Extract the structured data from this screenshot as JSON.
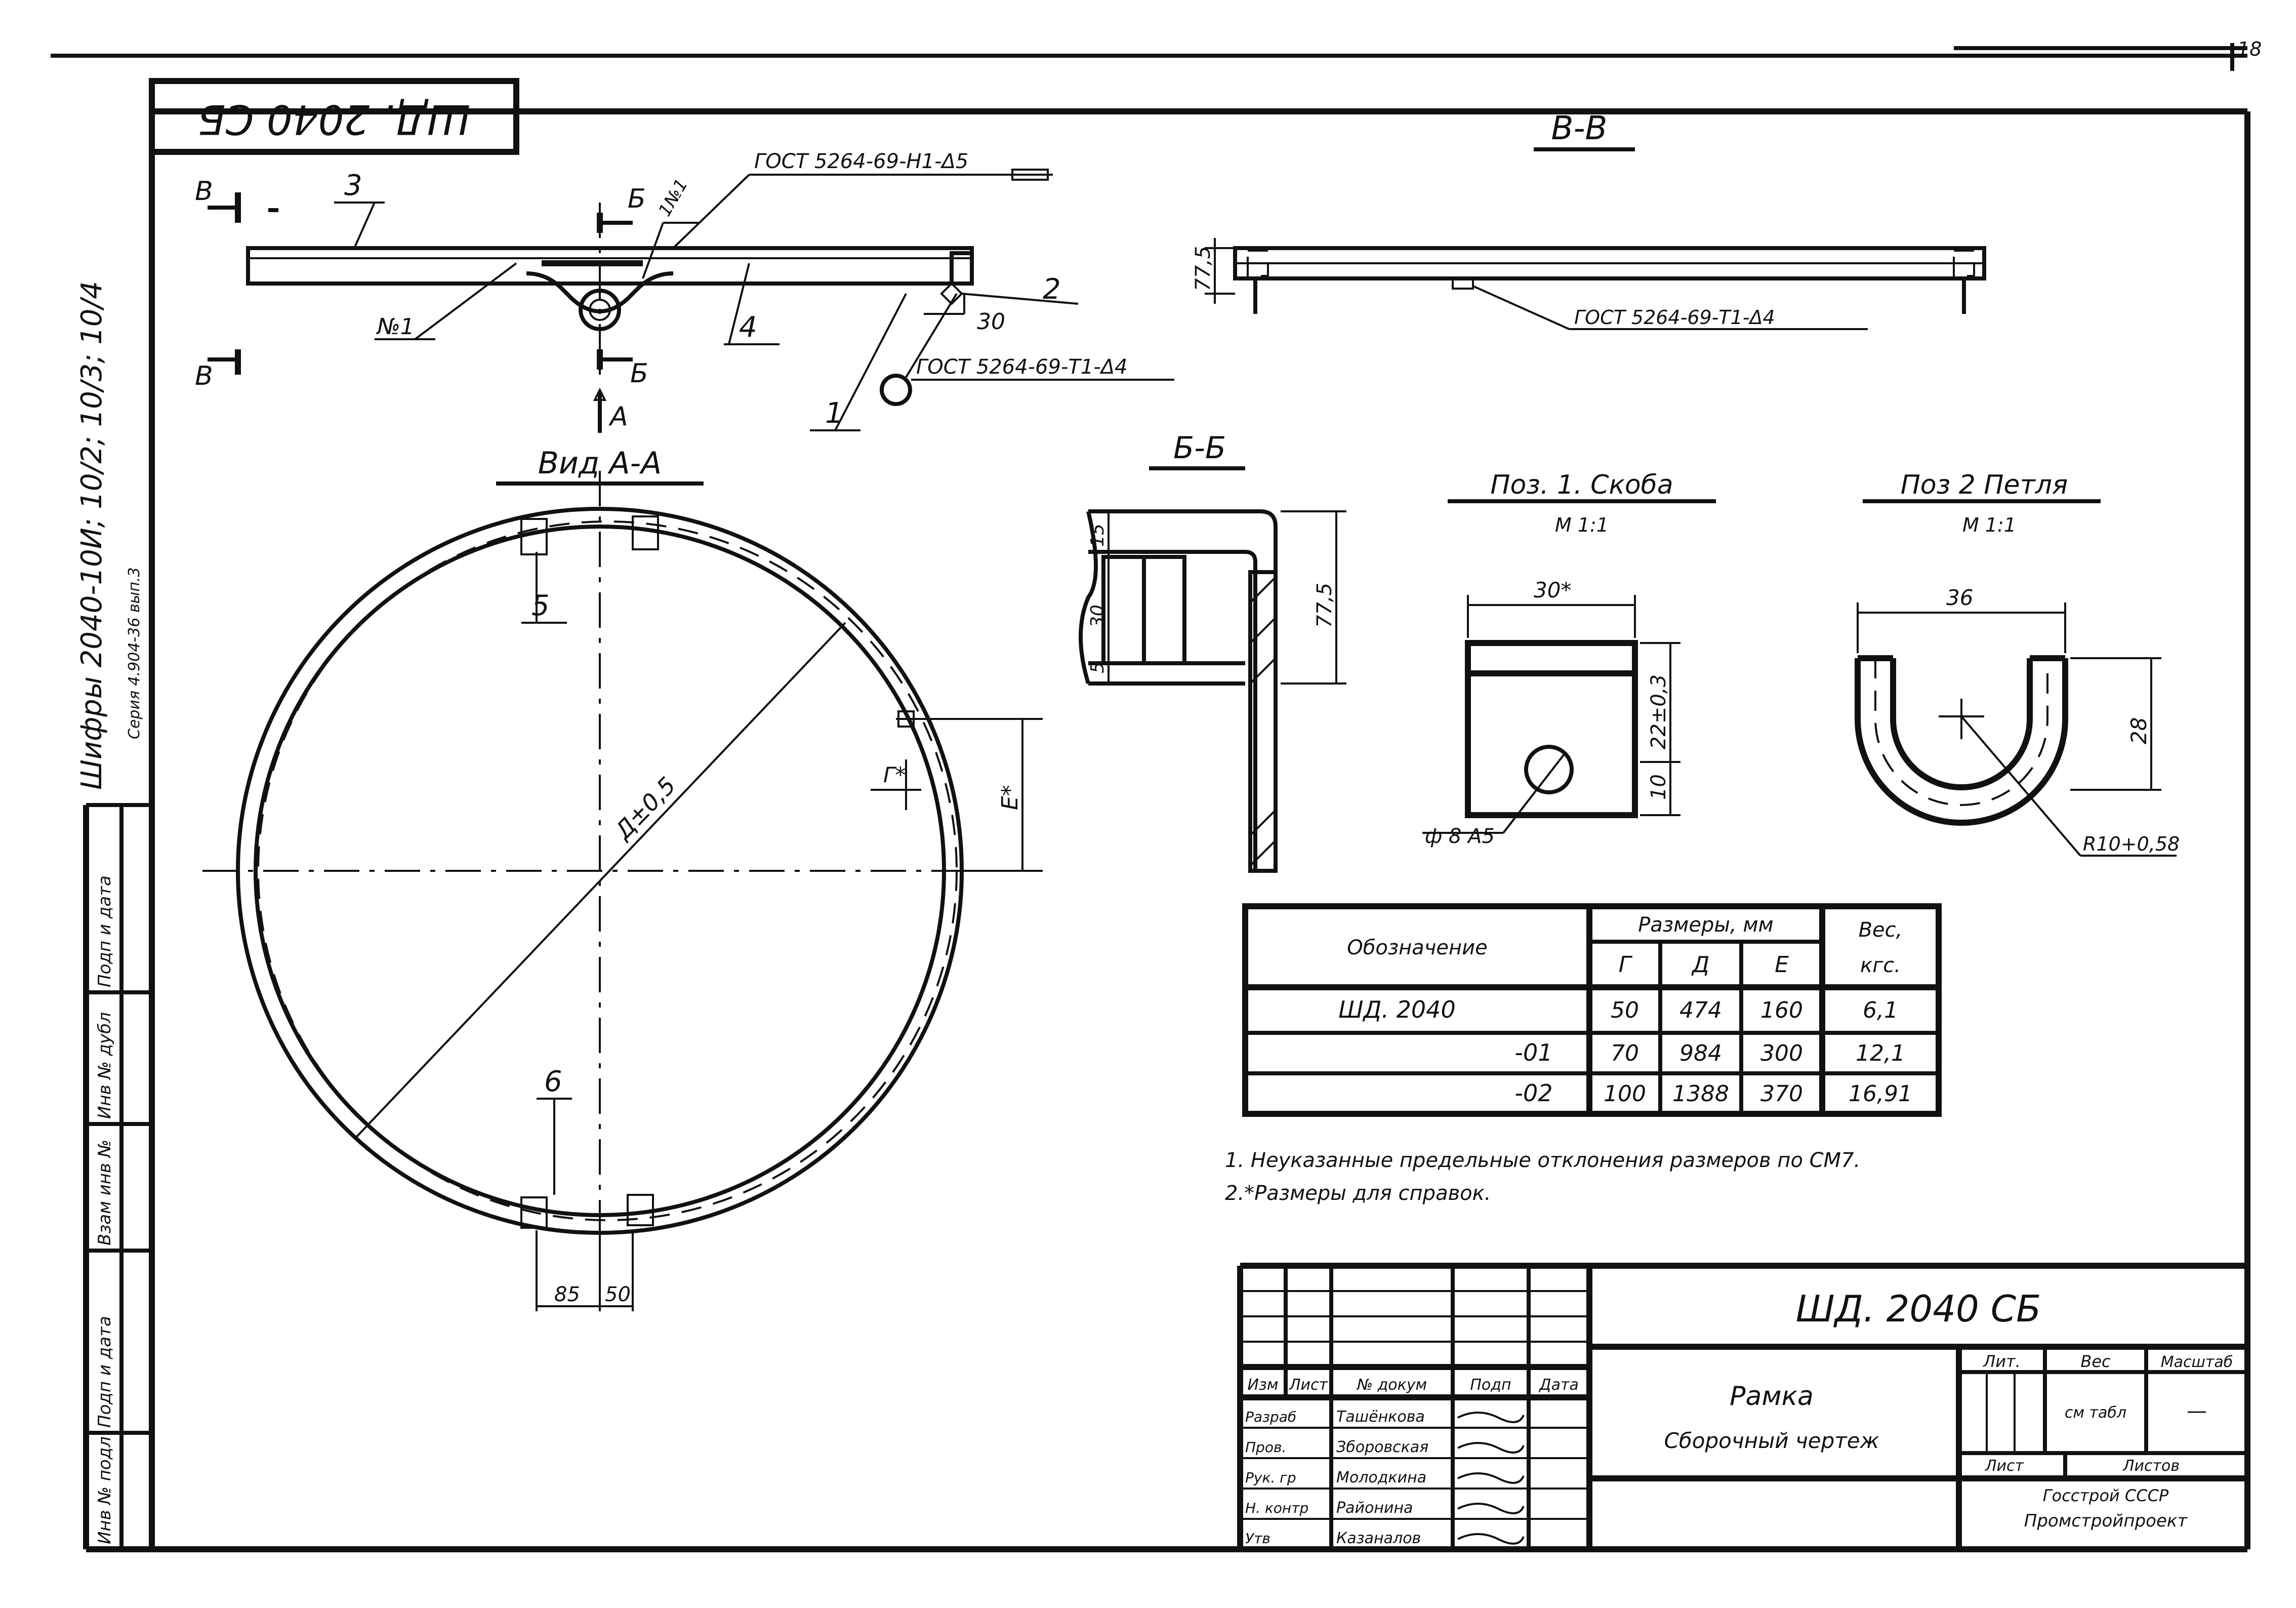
{
  "sheet_number": "18",
  "rotated_code": "ШД. 2040 СБ",
  "side_title": "Шифры 2040-10И; 10/2; 10/3; 10/4",
  "side_series": "Серия 4.904-36 вып.3",
  "side_boxes": [
    "Инв № подл",
    "Подп и дата",
    "Взам инв №",
    "Инв № дубл",
    "Подп и дата"
  ],
  "main_view": {
    "section_b_left": "Б",
    "section_b_right": "Б",
    "section_v": "В",
    "arrow_a": "А",
    "pos_3": "3",
    "pos_4": "4",
    "pos_2": "2",
    "pos_1": "1",
    "weld_top": "ГОСТ 5264-69-Н1-Δ5",
    "weld_mid": "ГОСТ 5264-69-Т1-Δ4",
    "n1_left": "№1",
    "n1_mid": "1№1",
    "dim_30": "30"
  },
  "view_vv": {
    "title": "В-В",
    "dim_h": "77,5",
    "weld": "ГОСТ 5264-69-Т1-Δ4"
  },
  "view_aa": {
    "title": "Вид А-А",
    "pos_5": "5",
    "pos_6": "6",
    "diam": "Д±0,5",
    "dim_g": "Г*",
    "dim_e": "Е*",
    "dim_85": "85",
    "dim_50": "50"
  },
  "section_bb": {
    "title": "Б-Б",
    "d15": "15",
    "d30": "30",
    "d5": "5",
    "d775": "77,5"
  },
  "pos1": {
    "title": "Поз. 1. Скоба",
    "scale": "М 1:1",
    "w": "30*",
    "h1": "22±0,3",
    "h2": "10",
    "hole": "ф 8 А5"
  },
  "pos2": {
    "title": "Поз 2 Петля",
    "scale": "М 1:1",
    "w": "36",
    "h": "28",
    "r": "R10+0,58"
  },
  "table": {
    "col_designation": "Обозначение",
    "col_sizes": "Размеры, мм",
    "col_weight": "Вес,",
    "col_weight_unit": "кгс.",
    "sub_g": "Г",
    "sub_d": "Д",
    "sub_e": "Е",
    "rows": [
      {
        "name": "ШД. 2040",
        "g": "50",
        "d": "474",
        "e": "160",
        "w": "6,1"
      },
      {
        "name": "-01",
        "g": "70",
        "d": "984",
        "e": "300",
        "w": "12,1"
      },
      {
        "name": "-02",
        "g": "100",
        "d": "1388",
        "e": "370",
        "w": "16,91"
      }
    ]
  },
  "notes": [
    "1. Неуказанные предельные отклонения размеров по СМ7.",
    "2.*Размеры для справок."
  ],
  "title_block": {
    "code": "ШД. 2040 СБ",
    "name": "Рамка",
    "subtitle": "Сборочный чертеж",
    "h_izm": "Изм",
    "h_list": "Лист",
    "h_doc": "№ докум",
    "h_sign": "Подп",
    "h_date": "Дата",
    "roles": [
      {
        "role": "Разраб",
        "name": "Ташёнкова"
      },
      {
        "role": "Пров.",
        "name": "Зборовская"
      },
      {
        "role": "Рук. гр",
        "name": "Молодкина"
      },
      {
        "role": "Н. контр",
        "name": "Районина"
      },
      {
        "role": "Утв",
        "name": "Казаналов"
      }
    ],
    "lit": "Лит.",
    "ves": "Вес",
    "masshtab": "Масштаб",
    "ves_val": "см табл",
    "masshtab_val": "—",
    "list": "Лист",
    "listov": "Листов",
    "org1": "Госстрой СССР",
    "org2": "Промстройпроект"
  }
}
